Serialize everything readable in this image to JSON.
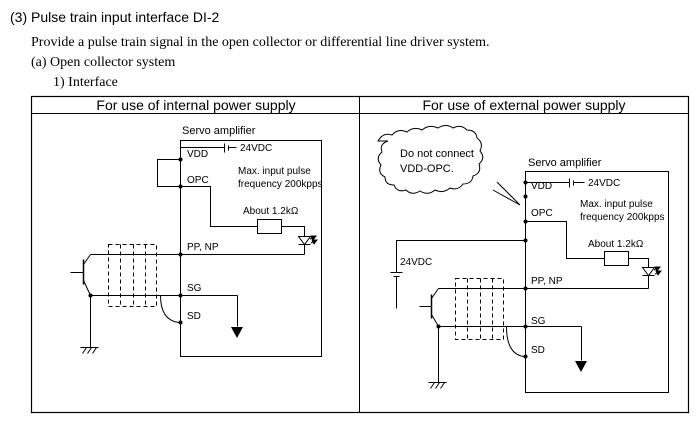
{
  "header": {
    "section_title": "(3) Pulse train input interface DI-2",
    "description": "Provide a pulse train signal in the open collector or differential line driver system.",
    "subsection": "(a) Open collector system",
    "subsubsection": "1) Interface"
  },
  "table": {
    "col_left_title": "For use of internal power supply",
    "col_right_title": "For use of external power supply"
  },
  "left_diagram": {
    "servo_label": "Servo amplifier",
    "vdd": "VDD",
    "supply_24v": "24VDC",
    "opc": "OPC",
    "freq_line1": "Max. input pulse",
    "freq_line2": "frequency 200kpps",
    "resistor": "About 1.2kΩ",
    "pp_np": "PP, NP",
    "sg": "SG",
    "sd": "SD"
  },
  "right_diagram": {
    "note_line1": "Do not connect",
    "note_line2": "VDD-OPC.",
    "servo_label": "Servo amplifier",
    "vdd": "VDD",
    "supply_24v": "24VDC",
    "opc": "OPC",
    "freq_line1": "Max. input pulse",
    "freq_line2": "frequency 200kpps",
    "resistor": "About 1.2kΩ",
    "ext_supply": "24VDC",
    "pp_np": "PP, NP",
    "sg": "SG",
    "sd": "SD"
  }
}
